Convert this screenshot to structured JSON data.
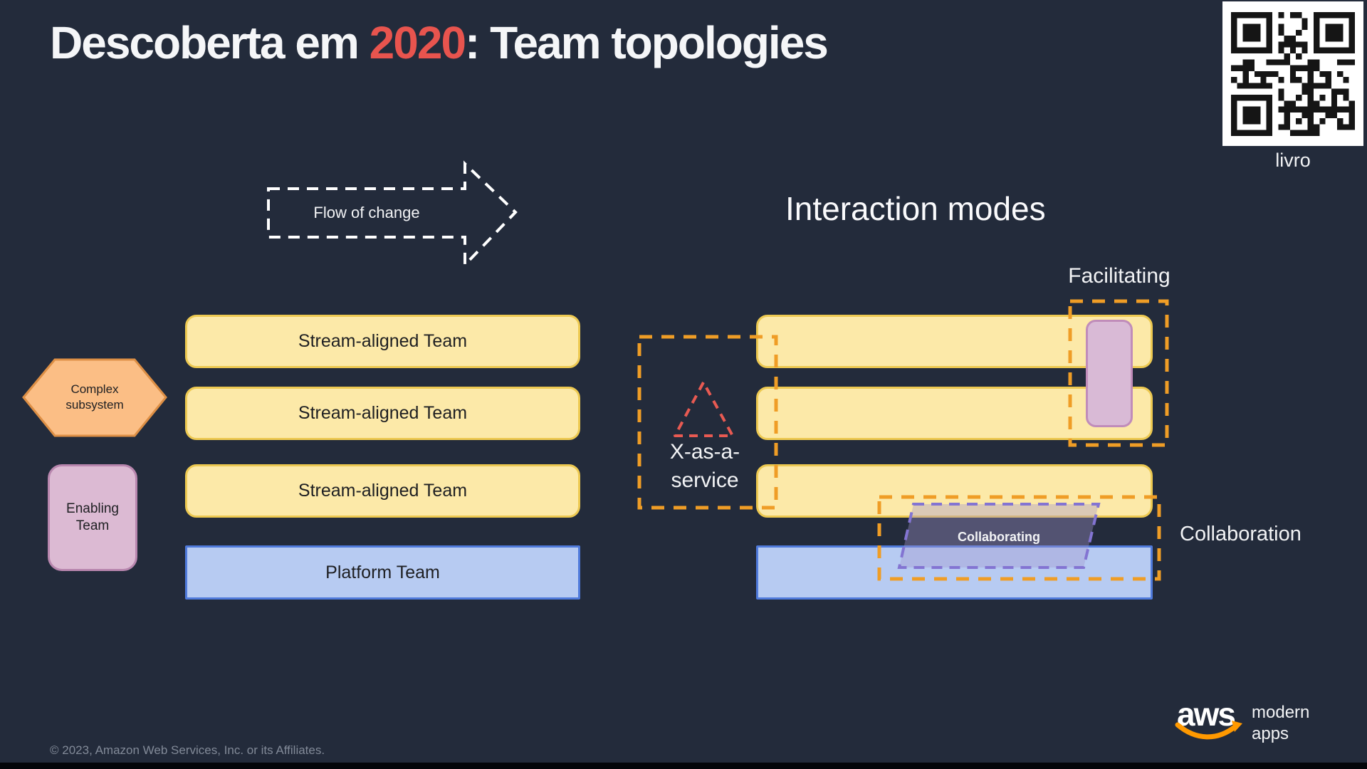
{
  "title": {
    "prefix": "Descoberta em ",
    "year": "2020",
    "suffix": ": Team topologies"
  },
  "qr": {
    "caption": "livro"
  },
  "flow": {
    "label": "Flow of change"
  },
  "left": {
    "complex": {
      "line1": "Complex",
      "line2": "subsystem"
    },
    "enabling": {
      "line1": "Enabling",
      "line2": "Team"
    },
    "bars": [
      "Stream-aligned Team",
      "Stream-aligned Team",
      "Stream-aligned Team"
    ],
    "platform": "Platform Team"
  },
  "right": {
    "heading": "Interaction modes",
    "facilitating": "Facilitating",
    "xaas": {
      "line1": "X-as-a-",
      "line2": "service"
    },
    "collaborating": "Collaborating",
    "collaboration": "Collaboration"
  },
  "footer": {
    "copyright": "© 2023, Amazon Web Services, Inc. or its Affiliates."
  },
  "logo": {
    "text": "aws",
    "tagline1": "modern",
    "tagline2": "apps"
  },
  "colors": {
    "background": "#232B3B",
    "title_accent_red": "#E8544E",
    "stream_team_fill": "#FCE9A8",
    "stream_team_border": "#EDC951",
    "platform_fill": "#B7CBF2",
    "platform_border": "#4F7ADB",
    "complex_subsystem_fill": "#FBBE85",
    "complex_subsystem_border": "#DD8F45",
    "enabling_fill": "#DCBAD3",
    "enabling_border": "#B886AE",
    "interaction_dash_orange": "#EF9D26",
    "xaas_triangle_red": "#E85A52",
    "collaborating_dash_purple": "#8374D2",
    "aws_smile_orange": "#FF9900"
  }
}
